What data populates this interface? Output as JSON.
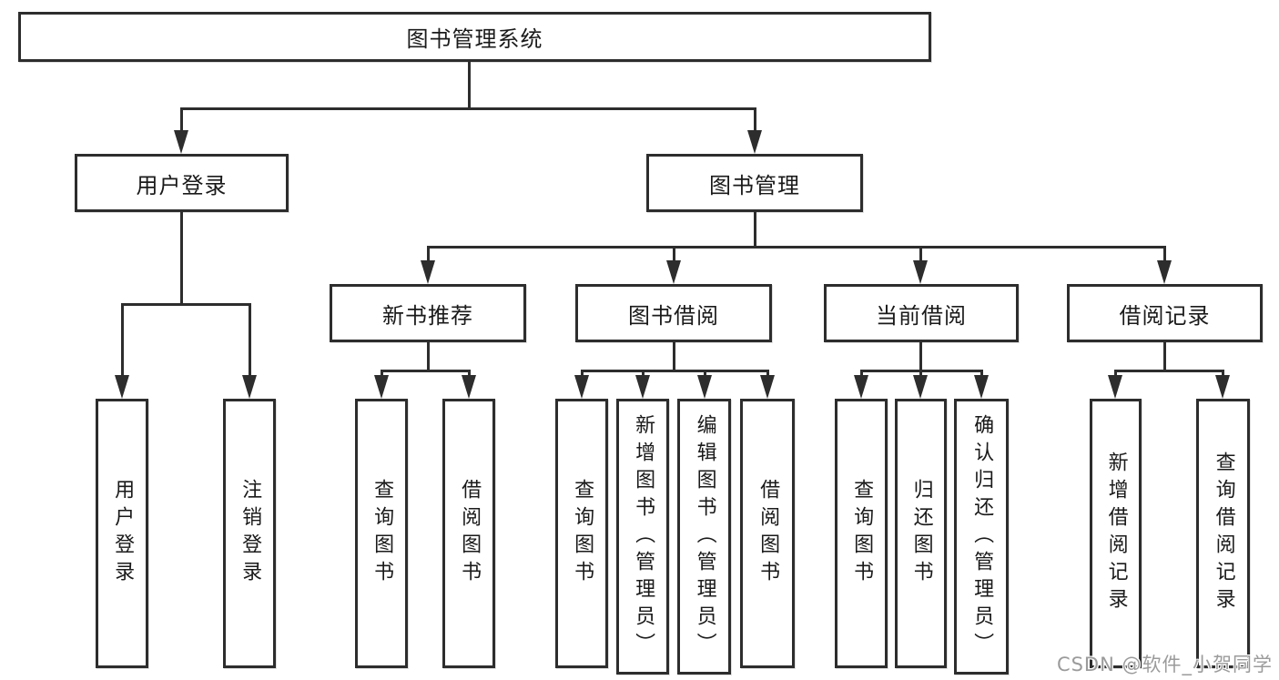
{
  "diagram": {
    "root_label": "图书管理系统",
    "user": {
      "label": "用户登录",
      "leaves": [
        "用户登录",
        "注销登录"
      ]
    },
    "mgmt": {
      "label": "图书管理",
      "groups": [
        {
          "label": "新书推荐",
          "leaves": [
            "查询图书",
            "借阅图书"
          ]
        },
        {
          "label": "图书借阅",
          "leaves": [
            "查询图书",
            "新增图书（管理员）",
            "编辑图书（管理员）",
            "借阅图书"
          ]
        },
        {
          "label": "当前借阅",
          "leaves": [
            "查询图书",
            "归还图书",
            "确认归还（管理员）"
          ]
        },
        {
          "label": "借阅记录",
          "leaves": [
            "新增借阅记录",
            "查询借阅记录"
          ]
        }
      ]
    }
  },
  "watermark": {
    "text": "CSDN @软件_小贺同学",
    "color": "#9b9b9b"
  },
  "colors": {
    "line": "#2d2d2d",
    "text": "#1a1a1a",
    "background": "#ffffff"
  }
}
